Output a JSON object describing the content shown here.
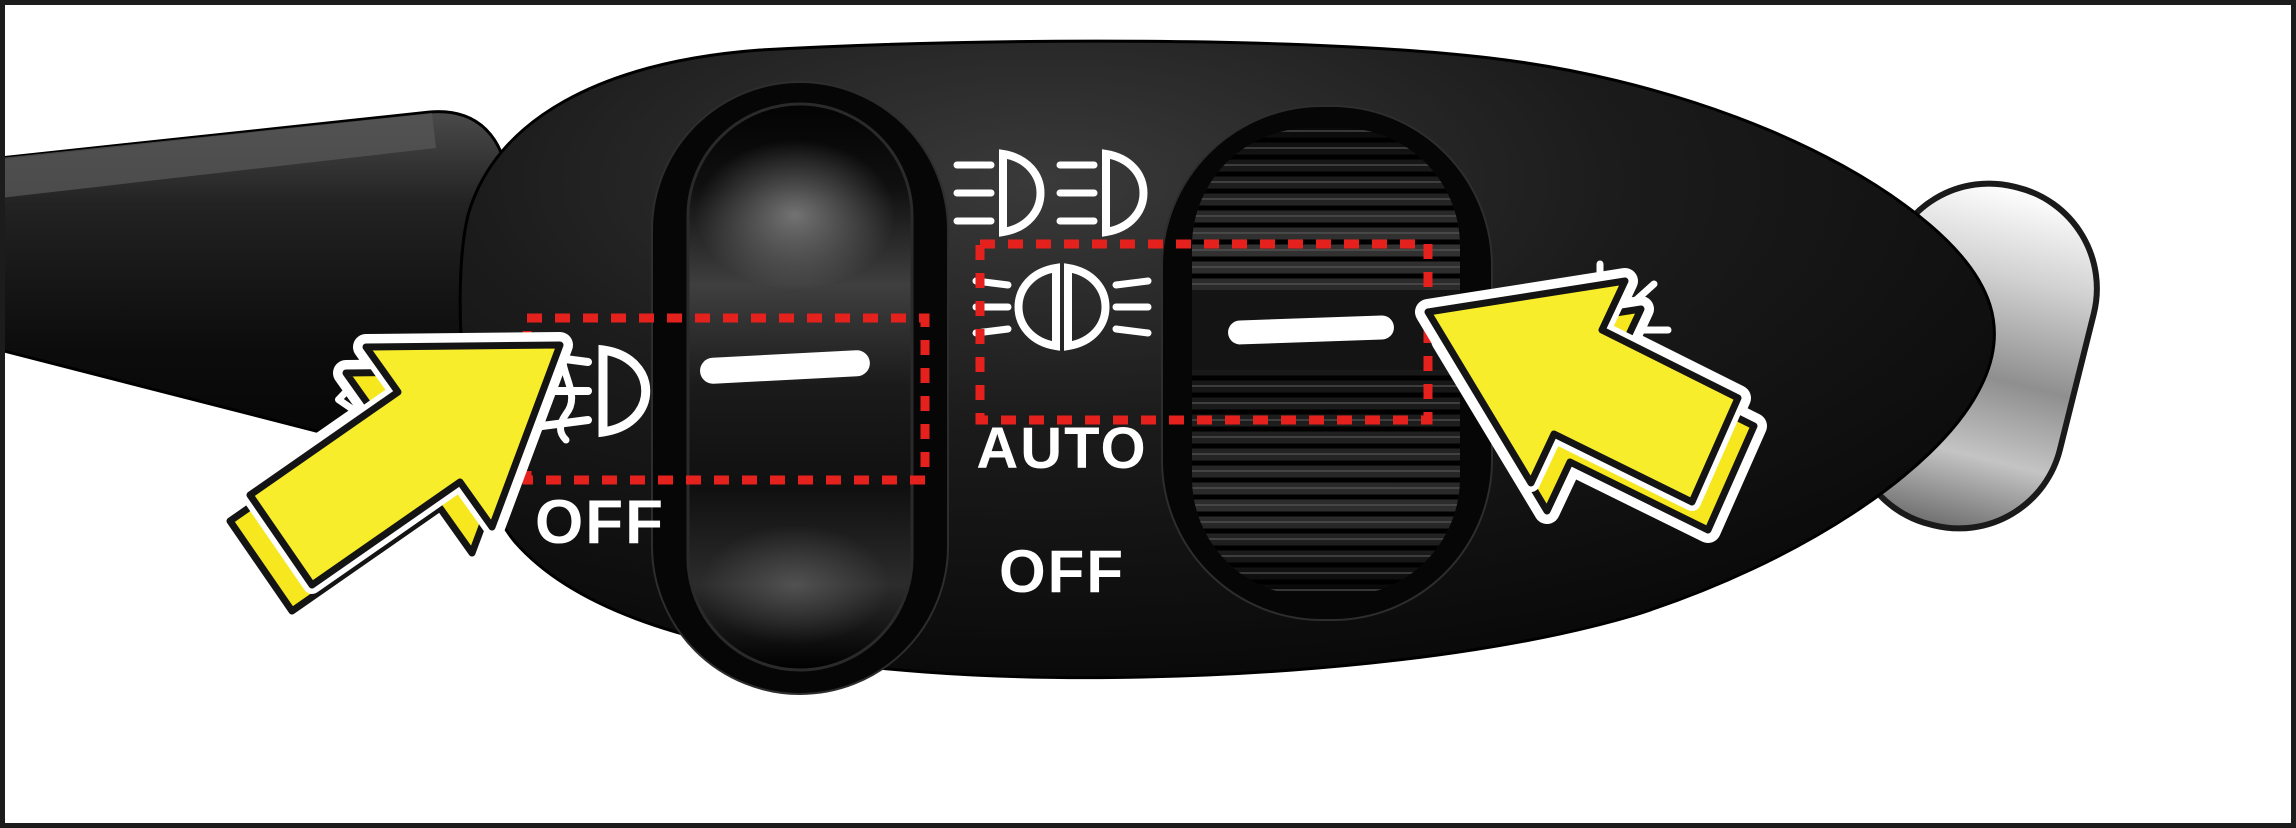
{
  "diagram": {
    "labels": {
      "fog_switch_off": "OFF",
      "headlight_auto": "AUTO",
      "headlight_off": "OFF"
    },
    "colors": {
      "background": "#FFFFFF",
      "stalk_black": "#141414",
      "arrow_yellow": "#F8ED2B",
      "arrow_side_yellow": "#F6E71E",
      "highlight_red": "#E4211C",
      "icon_white": "#FFFFFF",
      "chrome_gray": "#C9C9C9"
    },
    "icons": [
      "turn-signal-arrows-icon",
      "fog-light-icon",
      "headlight-beams-icon",
      "position-lights-icon",
      "bulb-icon"
    ]
  }
}
